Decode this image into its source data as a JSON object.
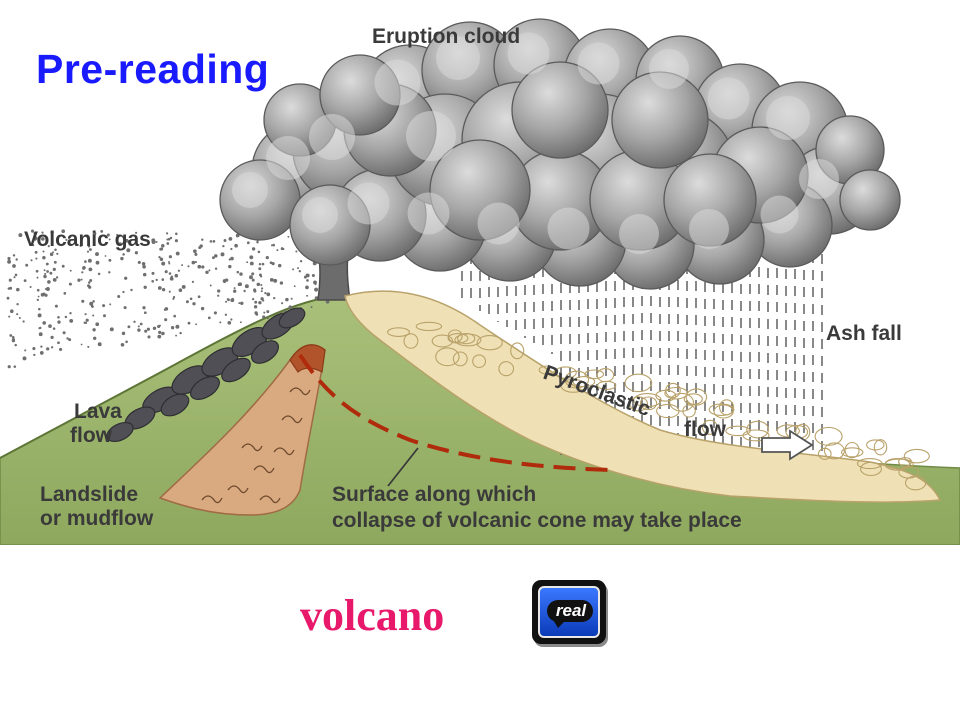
{
  "slide": {
    "title": "Pre-reading",
    "caption": "volcano"
  },
  "diagram": {
    "labels": {
      "eruption_cloud": "Eruption cloud",
      "volcanic_gas": "Volcanic gas",
      "ash_fall": "Ash fall",
      "lava_flow_line1": "Lava",
      "lava_flow_line2": "flow",
      "pyroclastic": "Pyroclastic",
      "flow": "flow",
      "landslide_line1": "Landslide",
      "landslide_line2": "or mudflow",
      "surface_line1": "Surface along which",
      "surface_line2": "collapse of volcanic cone may take place"
    }
  },
  "media_button": {
    "label": "real",
    "icon": "real-player-icon"
  },
  "colors": {
    "title": "#1a1aff",
    "caption": "#e8196b",
    "ground": "#9cb56d",
    "cloud": "#8f8f8f",
    "pyroclastic": "#efe1b5",
    "lava": "#4f4f55",
    "landslide": "#d9a97f",
    "collapse_line": "#b02a0c"
  }
}
